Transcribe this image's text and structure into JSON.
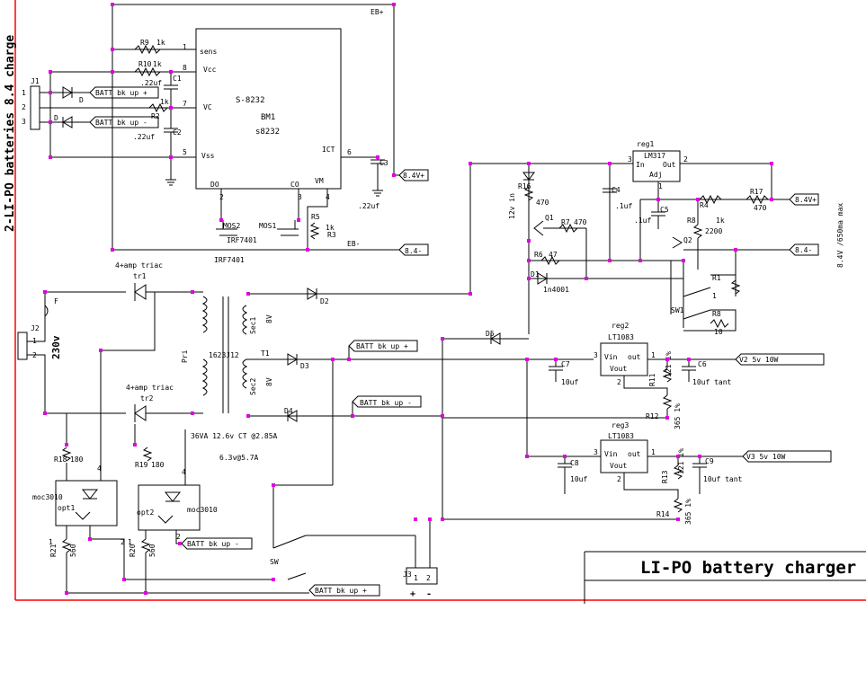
{
  "title_block": {
    "title": "LI-PO battery charger"
  },
  "side_title": "2-LI-PO batteries 8.4 charge",
  "side_note": "8.4V /650ma max",
  "colors": {
    "wire": "#000000",
    "junction": "#e000e0",
    "frame": "#ff0000"
  },
  "ic": {
    "name": "S-8232",
    "ref": "BM1",
    "part": "s8232",
    "pins": {
      "sens": "sens",
      "vcc": "Vcc",
      "vc": "VC",
      "vss": "Vss",
      "ict": "ICT",
      "do": "DO",
      "co": "CO",
      "vm": "VM"
    },
    "pin_numbers": {
      "sens": "1",
      "vcc": "8",
      "vc": "7",
      "vss": "5",
      "ict": "6",
      "do": "2",
      "co": "3",
      "vm": "4"
    }
  },
  "reg1": {
    "ref": "reg1",
    "part": "LM317",
    "in": "In",
    "out": "Out",
    "adj": "Adj",
    "pin_in": "3",
    "pin_out": "2",
    "pin_adj": "1"
  },
  "reg2": {
    "ref": "reg2",
    "part": "LT1083",
    "vin": "Vin",
    "out": "out",
    "vout": "Vout",
    "pin_in": "3",
    "pin_out": "1",
    "pin_adj": "2"
  },
  "reg3": {
    "ref": "reg3",
    "part": "LT1083",
    "vin": "Vin",
    "out": "out",
    "vout": "Vout",
    "pin_in": "3",
    "pin_out": "1",
    "pin_adj": "2"
  },
  "labels": {
    "eb_plus": "EB+",
    "eb_minus": "EB-",
    "batt_plus": "BATT bk up +",
    "batt_minus": "BATT bk up -",
    "v84_plus": "8.4V+",
    "v84_minus": "8.4-",
    "v2": "V2 5v 10W",
    "v3": "V3 5v 10W",
    "v230": "230v",
    "j1": "J1",
    "j2": "J2",
    "j3": "J3",
    "j3_plus": "+",
    "j3_minus": "-",
    "r9": "R9",
    "r9v": "1k",
    "r10": "R10",
    "r10v": "1k",
    "c1": "C1",
    "c1v": ".22uf",
    "c2": "C2",
    "c2v": ".22uf",
    "c3": "C3",
    "c3v": ".22uf",
    "c4": "C4",
    "c4v": ".1uf",
    "c5": "C5",
    "c5v": ".1uf",
    "c7": "C7",
    "c7v": "10uf",
    "c6": "C6",
    "c6v": "10uf tant",
    "c8": "C8",
    "c8v": "10uf",
    "c9": "C9",
    "c9v": "10uf tant",
    "r2": "R2",
    "r2v": "1k",
    "mos2": "MOS2",
    "mos1": "MOS1",
    "irf1": "IRF7401",
    "irf2": "IRF7401",
    "r5": "R5",
    "r3": "R3",
    "r3v": "1k",
    "r16": "R16",
    "r16v": "470",
    "q1": "Q1",
    "r7": "R7",
    "r7v": "470",
    "r6": "R6",
    "r6v": "47",
    "d1": "D1",
    "d1v": "1n4001",
    "r4": "R4",
    "r4v": "1k",
    "r8": "R8",
    "r8v": "2200",
    "r17": "R17",
    "r17v": "470",
    "r1": "R1",
    "r1v": "1",
    "r8b": "R8",
    "r8bv": "10",
    "sw1": "SW1",
    "q2": "Q2",
    "in12v": "12v in",
    "d2": "D2",
    "d3": "D3",
    "d4": "D4",
    "d5": "D5",
    "t1": "T1",
    "t1part": "1623J12",
    "pri": "Pri",
    "sec1": "Sec1",
    "sec2": "Sec2",
    "sec1v": "8V",
    "sec2v": "8V",
    "xfmr1": "36VA 12.6v CT @2.85A",
    "xfmr2": "6.3v@5.7A",
    "triac1": "4+amp triac",
    "tr1": "tr1",
    "triac2": "4+amp triac",
    "tr2": "tr2",
    "f": "F",
    "r18": "R18",
    "r18v": "180",
    "r19": "R19",
    "r19v": "180",
    "r21": "R21",
    "r21v": "560",
    "r20": "R20",
    "r20v": "560",
    "moc1": "moc3010",
    "opt1": "opt1",
    "moc2": "moc3010",
    "opt2": "opt2",
    "r11": "R11",
    "r11v": "121 1%",
    "r12": "R12",
    "r12v": "365 1%",
    "r13": "R13",
    "r13v": "121 1%",
    "r14": "R14",
    "r14v": "365 1%",
    "sw": "SW",
    "d": "D"
  }
}
